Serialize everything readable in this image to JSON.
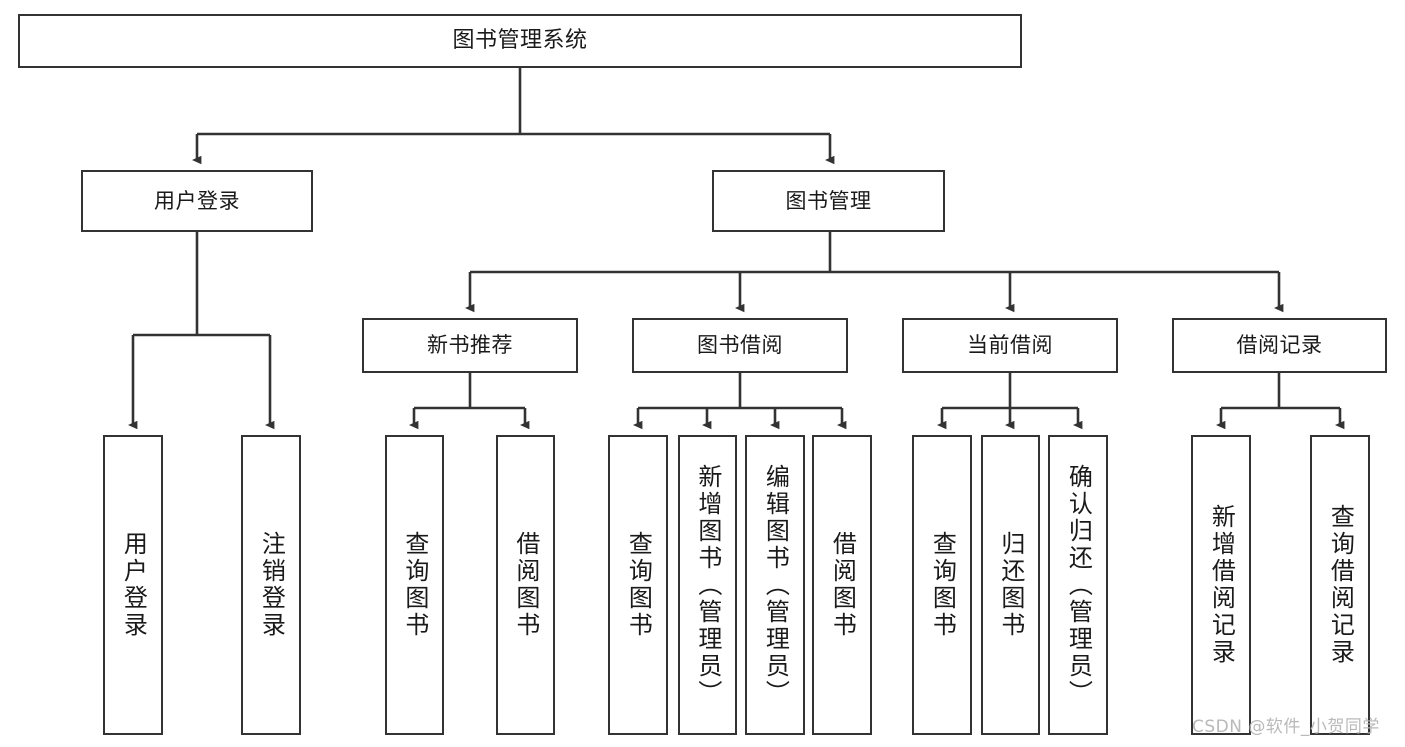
{
  "diagram": {
    "title": "图书管理系统",
    "root": {
      "id": "root",
      "label": "图书管理系统"
    },
    "level2": [
      {
        "id": "user-login",
        "label": "用户登录"
      },
      {
        "id": "book-management",
        "label": "图书管理"
      }
    ],
    "level3": [
      {
        "id": "new-book-recommend",
        "label": "新书推荐"
      },
      {
        "id": "book-borrow",
        "label": "图书借阅"
      },
      {
        "id": "current-borrow",
        "label": "当前借阅"
      },
      {
        "id": "borrow-record",
        "label": "借阅记录"
      }
    ],
    "leaves": {
      "user_login": [
        {
          "id": "leaf-user-login",
          "label": "用户登录"
        },
        {
          "id": "leaf-user-logout",
          "label": "注销登录"
        }
      ],
      "new_book_recommend": [
        {
          "id": "leaf-query-book-1",
          "label": "查询图书"
        },
        {
          "id": "leaf-borrow-book-1",
          "label": "借阅图书"
        }
      ],
      "book_borrow": [
        {
          "id": "leaf-query-book-2",
          "label": "查询图书"
        },
        {
          "id": "leaf-add-book",
          "label": "新增图书（管理员）"
        },
        {
          "id": "leaf-edit-book",
          "label": "编辑图书（管理员）"
        },
        {
          "id": "leaf-borrow-book-2",
          "label": "借阅图书"
        }
      ],
      "current_borrow": [
        {
          "id": "leaf-query-book-3",
          "label": "查询图书"
        },
        {
          "id": "leaf-return-book",
          "label": "归还图书"
        },
        {
          "id": "leaf-confirm-return",
          "label": "确认归还（管理员）"
        }
      ],
      "borrow_record": [
        {
          "id": "leaf-add-record",
          "label": "新增借阅记录"
        },
        {
          "id": "leaf-query-record",
          "label": "查询借阅记录"
        }
      ]
    },
    "watermark": "CSDN @软件_小贺同学",
    "colors": {
      "background": "#ffffff",
      "box_border": "#333333",
      "box_fill": "#ffffff",
      "edge": "#333333",
      "text": "#1a1a1a",
      "watermark": "#b9b9b9"
    }
  }
}
